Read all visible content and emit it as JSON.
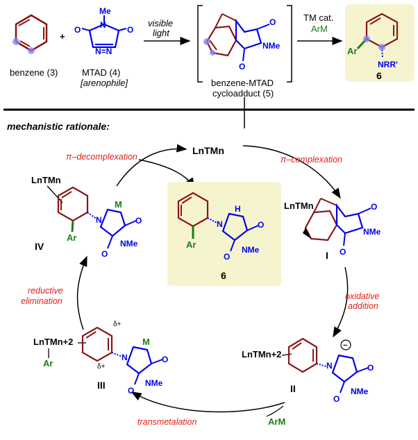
{
  "colors": {
    "ring": "#8b1414",
    "hetero": "#0000e6",
    "reaction": "#e0201b",
    "aryl": "#1a7d1a",
    "highlight": "#f6f4cf",
    "atom_dot": "#8080ff"
  },
  "top": {
    "plus": "+",
    "benzene_label": "benzene (3)",
    "mtad_label": "MTAD (4)",
    "mtad_role": "[arenophile]",
    "mtad_me": "Me",
    "mtad_o1": "O",
    "mtad_o2": "O",
    "mtad_n": "N",
    "mtad_nn": "N=N",
    "step1_top": "visible",
    "step1_bottom": "light",
    "cycloadduct_label_1": "benzene-MTAD",
    "cycloadduct_label_2": "cycloadduct (5)",
    "cyclo_nme": "NMe",
    "cyclo_o": "O",
    "cyclo_o2": "O",
    "step2_top": "TM cat.",
    "step2_bottom": "ArM",
    "product_ar": "Ar",
    "product_n": "NRR'",
    "product_num": "6"
  },
  "mechanism": {
    "heading": "mechanistic rationale:",
    "catalyst": "LnTMn",
    "pi_decomplexation": "π–decomplexation",
    "pi_complexation": "π–complexation",
    "oxidative_addition_1": "oxidative",
    "oxidative_addition_2": "addition",
    "reductive_elimination_1": "reductive",
    "reductive_elimination_2": "elimination",
    "transmetalation": "transmetalation",
    "arm": "ArM",
    "intermediates": {
      "I": "I",
      "II": "II",
      "III": "III",
      "IV": "IV"
    },
    "IV_metal": "LnTMn",
    "IV_ar": "Ar",
    "IV_m": "M",
    "I_metal": "LnTMn",
    "II_metal": "LnTMn+2",
    "III_metal": "LnTMn+2",
    "III_ar": "Ar",
    "III_m": "M",
    "delta": "δ+",
    "minus": "−",
    "center_product_num": "6",
    "center_ar": "Ar",
    "center_h": "H",
    "n": "N",
    "nme": "NMe",
    "o": "O"
  }
}
